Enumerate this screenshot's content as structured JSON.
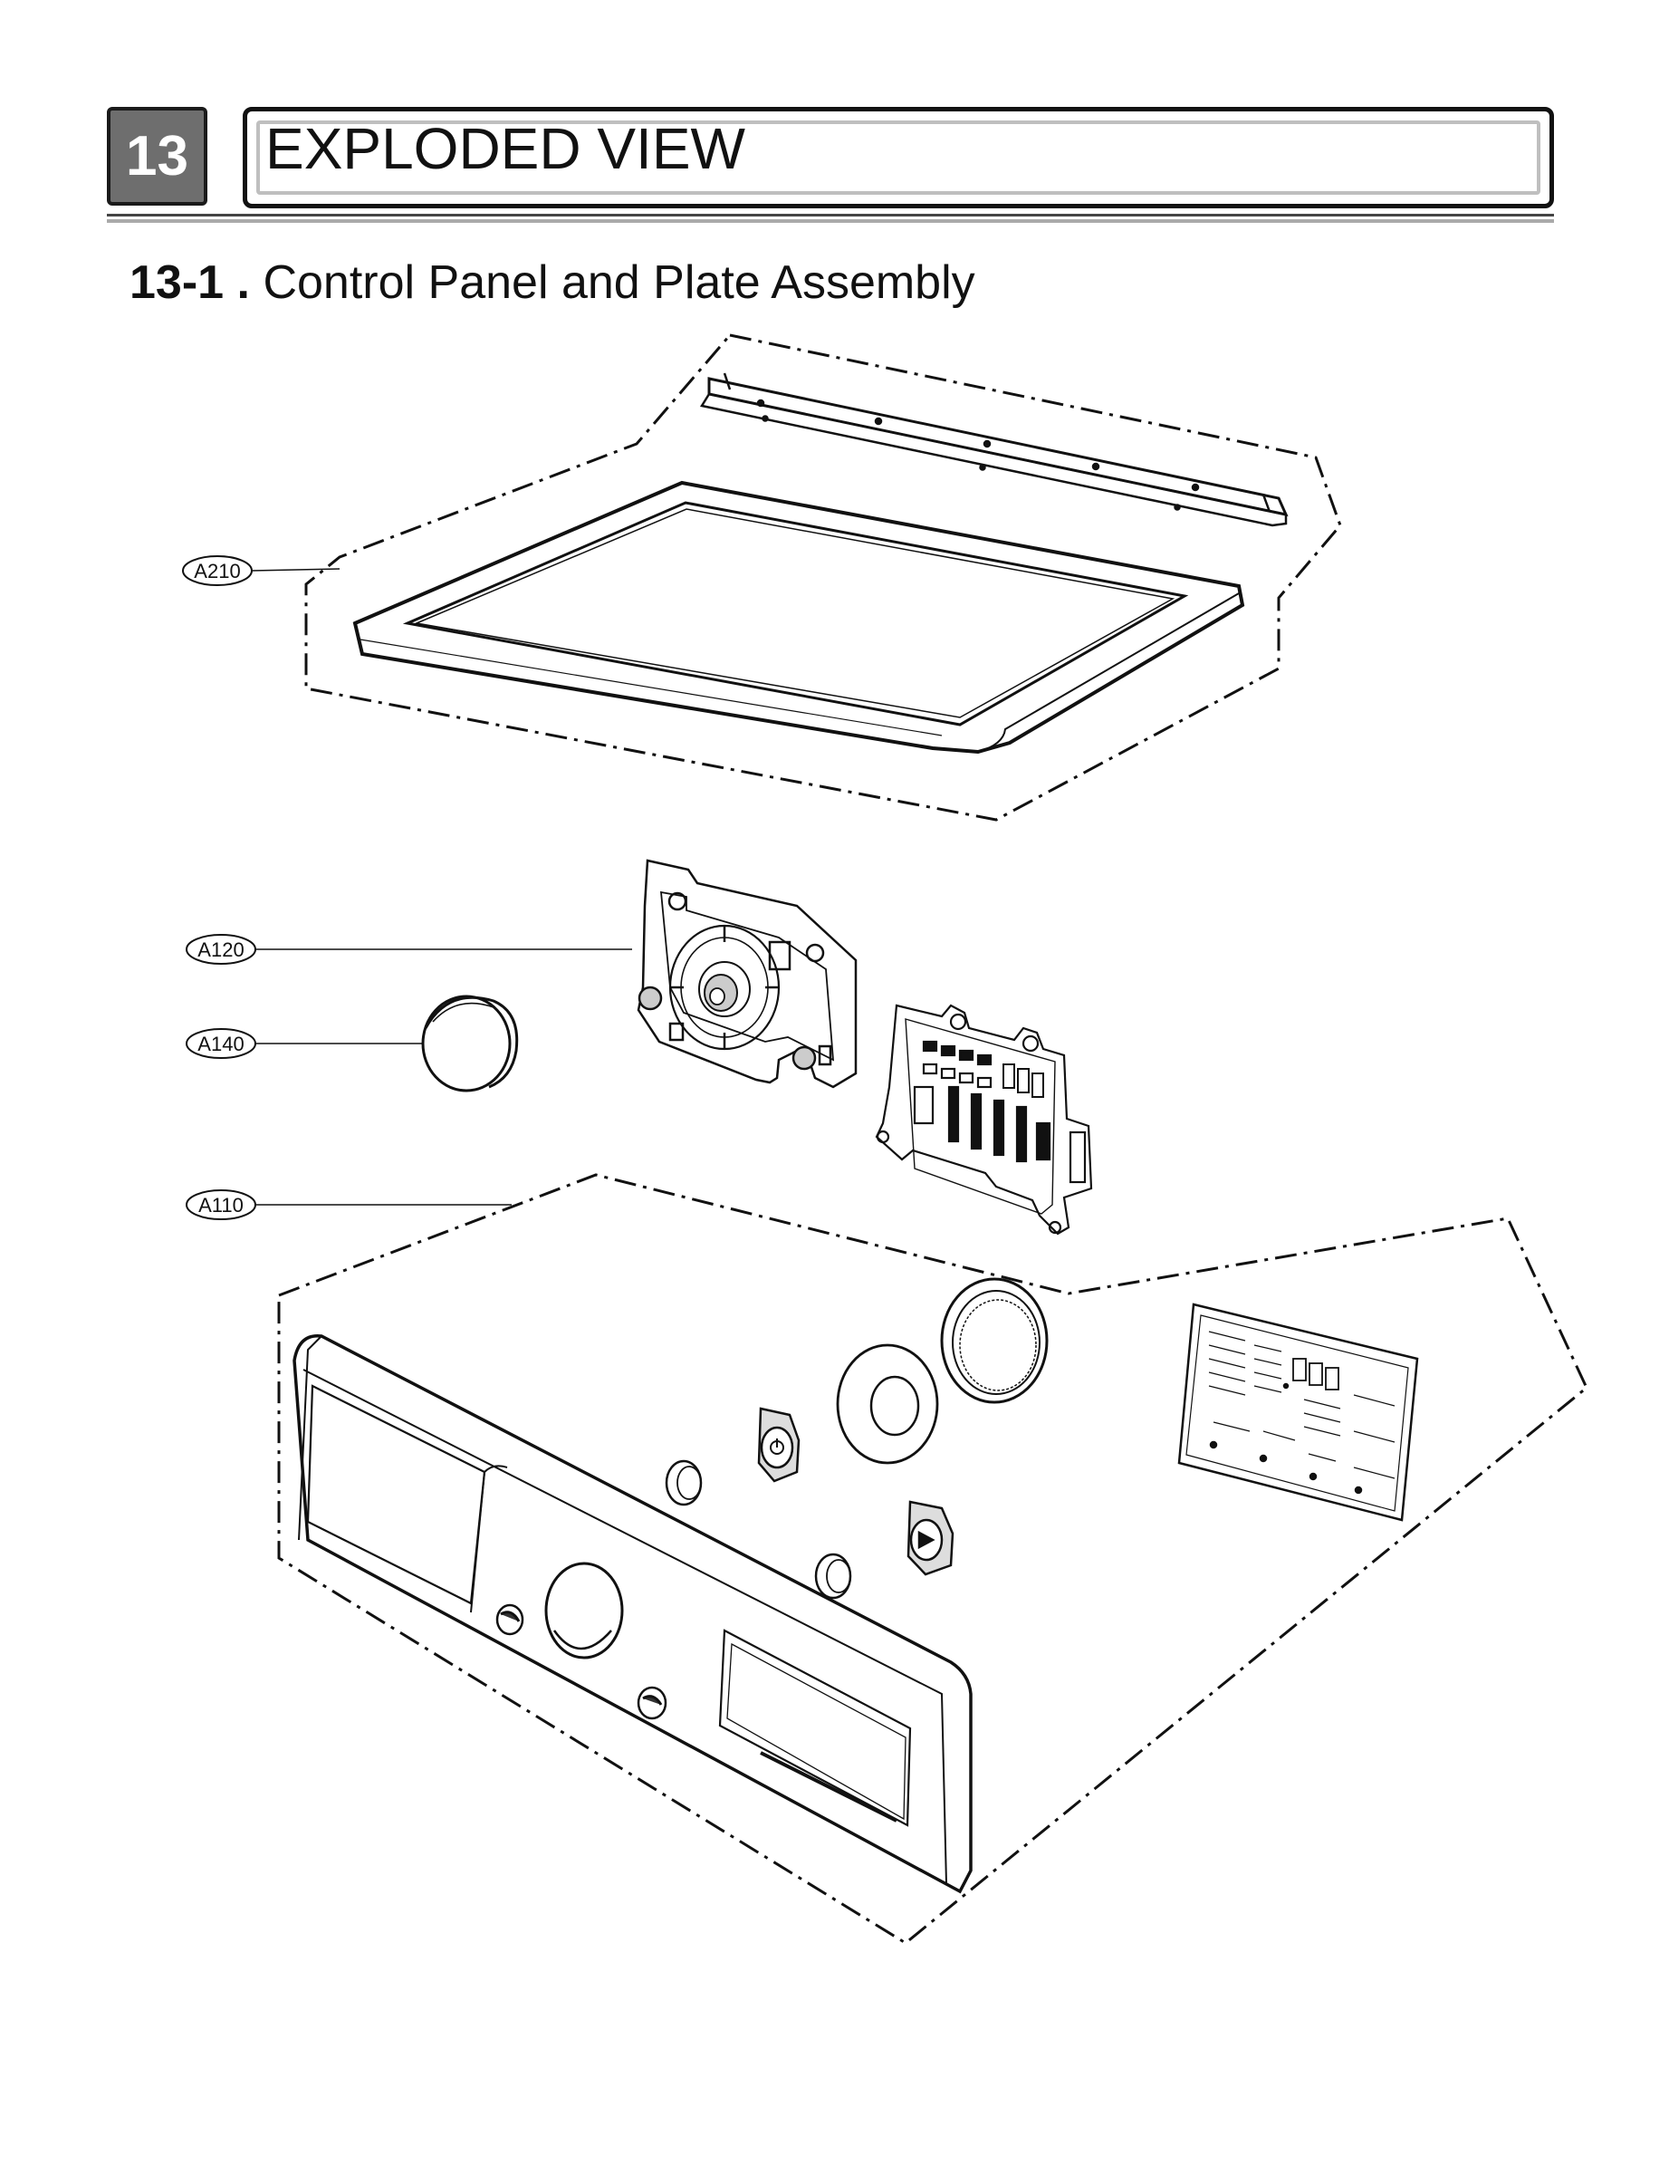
{
  "header": {
    "section_number": "13",
    "title": "EXPLODED VIEW"
  },
  "subsection": {
    "number": "13-1 .",
    "title": "Control Panel and Plate Assembly"
  },
  "callouts": [
    {
      "id": "A210",
      "label": "A210"
    },
    {
      "id": "A120",
      "label": "A120"
    },
    {
      "id": "A140",
      "label": "A140"
    },
    {
      "id": "A110",
      "label": "A110"
    }
  ],
  "colors": {
    "header_box": "#6e6e6e",
    "line": "#111111"
  }
}
